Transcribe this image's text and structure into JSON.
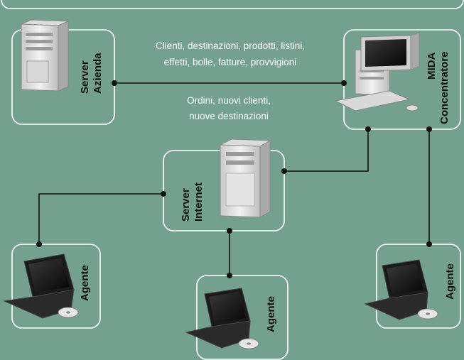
{
  "nodes": {
    "server_azienda": {
      "line1": "Server",
      "line2": "Azienda"
    },
    "mida": {
      "line1": "MIDA",
      "line2": "Concentratore"
    },
    "server_internet": {
      "line1": "Server",
      "line2": "Internet"
    },
    "agent_left": {
      "label": "Agente"
    },
    "agent_center": {
      "label": "Agente"
    },
    "agent_right": {
      "label": "Agente"
    }
  },
  "flows": {
    "outbound": [
      "Clienti, destinazioni, prodotti, listini,",
      "effetti, bolle, fatture, provvigioni"
    ],
    "inbound": [
      "Ordini, nuovi clienti,",
      "nuove destinazioni"
    ]
  },
  "colors": {
    "background": "#73a08f",
    "box_border": "#ffffff",
    "wire": "#111111",
    "flow_text": "#ffffff"
  }
}
